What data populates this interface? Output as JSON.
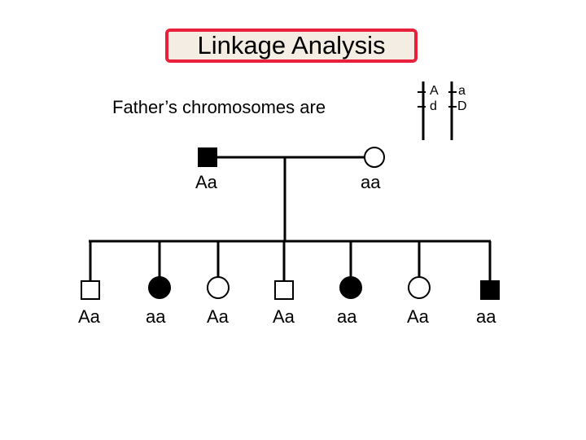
{
  "title": "Linkage Analysis",
  "caption": "Father’s chromosomes are",
  "chromosomes": [
    {
      "top": "A",
      "bottom": "d"
    },
    {
      "top": "a",
      "bottom": "D"
    }
  ],
  "parents": {
    "father": {
      "genotype": "Aa",
      "symbol": "square",
      "affected": true
    },
    "mother": {
      "genotype": "aa",
      "symbol": "circle",
      "affected": false
    }
  },
  "children": [
    {
      "genotype": "Aa",
      "symbol": "square",
      "affected": false
    },
    {
      "genotype": "aa",
      "symbol": "circle",
      "affected": true
    },
    {
      "genotype": "Aa",
      "symbol": "circle",
      "affected": false
    },
    {
      "genotype": "Aa",
      "symbol": "square",
      "affected": false
    },
    {
      "genotype": "aa",
      "symbol": "circle",
      "affected": true
    },
    {
      "genotype": "Aa",
      "symbol": "circle",
      "affected": false
    },
    {
      "genotype": "aa",
      "symbol": "square",
      "affected": true
    }
  ],
  "colors": {
    "title_border": "#e8203a",
    "title_fill": "#f4ede4",
    "line": "#000000"
  }
}
